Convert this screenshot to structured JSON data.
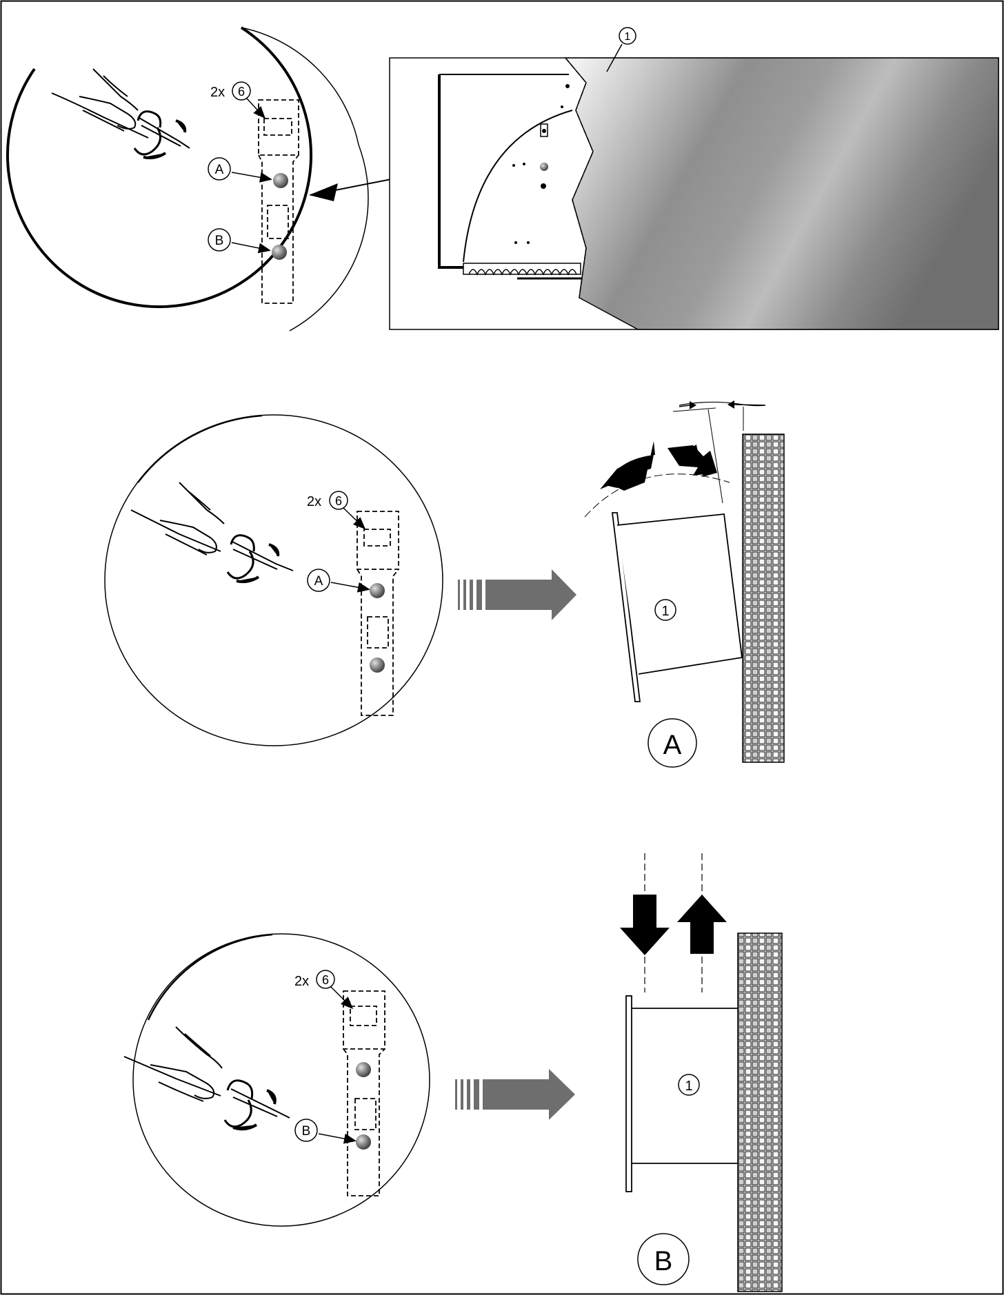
{
  "panel_top": {
    "main_unit_ref": "1",
    "qty_label": "2x",
    "part_ref": "6",
    "screw_a": "A",
    "screw_b": "B"
  },
  "panel_middle": {
    "qty_label": "2x",
    "part_ref": "6",
    "screw_a": "A",
    "unit_ref": "1",
    "step_label": "A"
  },
  "panel_bottom": {
    "qty_label": "2x",
    "part_ref": "6",
    "screw_b": "B",
    "unit_ref": "1",
    "step_label": "B"
  },
  "colors": {
    "line": "#000000",
    "flow_arrow": "#6e6e6e",
    "screw": "#8a8a8a",
    "panel_light": "#f2f2f2",
    "panel_dark": "#7a7a7a",
    "wall_fill": "#e6e6e6"
  }
}
